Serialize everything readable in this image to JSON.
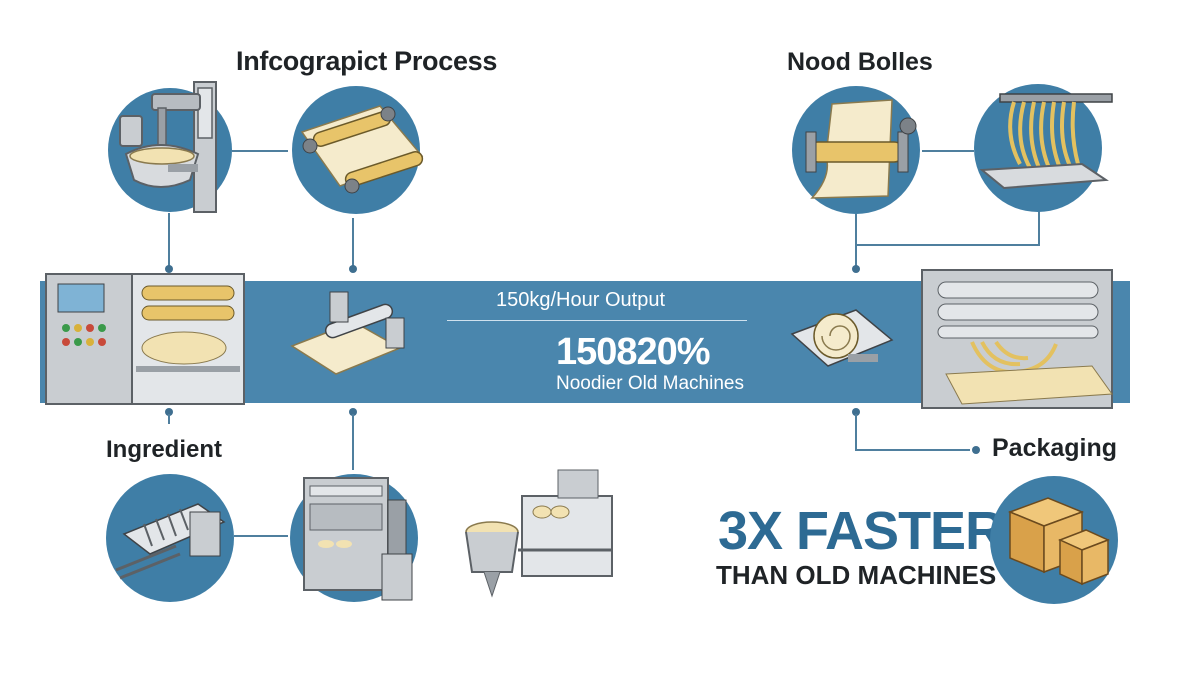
{
  "labels": {
    "process_title": "Infcograpict Process",
    "nood_title": "Nood Bolles",
    "ingredient": "Ingredient",
    "packaging": "Packaging",
    "output": "150kg/Hour Output",
    "big_value": "150820%",
    "sub_value": "Noodier Old Machines",
    "faster_main": "3X FASTER",
    "faster_sub": "THAN OLD MACHINES"
  },
  "colors": {
    "band": "#4a86ad",
    "circle": "#3f7ea6",
    "accent_text": "#2d6a93",
    "dark_text": "#1f2326",
    "dough": "#f2e2b2"
  },
  "icons": [
    "dough-mixer-icon",
    "sheet-rollers-icon",
    "roller-sheeter-icon",
    "noodle-strands-icon",
    "control-panel-machine-icon",
    "cutter-roller-icon",
    "spiral-cutter-icon",
    "noodle-production-machine-icon",
    "conveyor-feeder-icon",
    "steamer-machine-icon",
    "frying-line-icon",
    "packaging-boxes-icon"
  ]
}
